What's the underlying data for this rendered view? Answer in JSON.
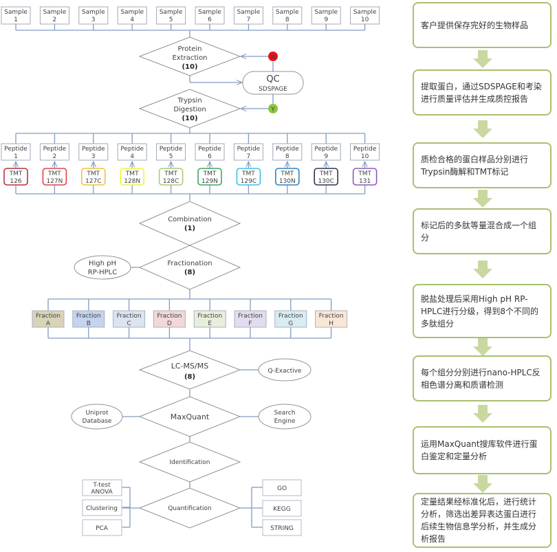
{
  "samples": [
    {
      "label": "Sample",
      "num": "1"
    },
    {
      "label": "Sample",
      "num": "2"
    },
    {
      "label": "Sample",
      "num": "3"
    },
    {
      "label": "Sample",
      "num": "4"
    },
    {
      "label": "Sample",
      "num": "5"
    },
    {
      "label": "Sample",
      "num": "6"
    },
    {
      "label": "Sample",
      "num": "7"
    },
    {
      "label": "Sample",
      "num": "8"
    },
    {
      "label": "Sample",
      "num": "9"
    },
    {
      "label": "Sample",
      "num": "10"
    }
  ],
  "protein_extraction": {
    "line1": "Protein",
    "line2": "Extraction",
    "count": "(10)"
  },
  "qc": {
    "title": "QC",
    "subtitle": "SDSPAGE",
    "no_label": "N",
    "yes_label": "Y",
    "no_color": "#e8141c",
    "yes_color": "#8cc63f"
  },
  "trypsin": {
    "line1": "Trypsin",
    "line2": "Digestion",
    "count": "(10)"
  },
  "peptides": [
    {
      "label": "Peptide",
      "num": "1"
    },
    {
      "label": "Peptide",
      "num": "2"
    },
    {
      "label": "Peptide",
      "num": "3"
    },
    {
      "label": "Peptide",
      "num": "4"
    },
    {
      "label": "Peptide",
      "num": "5"
    },
    {
      "label": "Peptide",
      "num": "6"
    },
    {
      "label": "Peptide",
      "num": "7"
    },
    {
      "label": "Peptide",
      "num": "8"
    },
    {
      "label": "Peptide",
      "num": "9"
    },
    {
      "label": "Peptide",
      "num": "10"
    }
  ],
  "tmt": [
    {
      "label": "TMT",
      "tag": "126",
      "color": "#b5303c"
    },
    {
      "label": "TMT",
      "tag": "127N",
      "color": "#e0404a"
    },
    {
      "label": "TMT",
      "tag": "127C",
      "color": "#f2c23a"
    },
    {
      "label": "TMT",
      "tag": "128N",
      "color": "#f0f040"
    },
    {
      "label": "TMT",
      "tag": "128C",
      "color": "#a8cc78"
    },
    {
      "label": "TMT",
      "tag": "129N",
      "color": "#3aa860"
    },
    {
      "label": "TMT",
      "tag": "129C",
      "color": "#3cc0e0"
    },
    {
      "label": "TMT",
      "tag": "130N",
      "color": "#2a84c0"
    },
    {
      "label": "TMT",
      "tag": "130C",
      "color": "#2a3550"
    },
    {
      "label": "TMT",
      "tag": "131",
      "color": "#8a5ab8"
    }
  ],
  "combination": {
    "label": "Combination",
    "count": "(1)"
  },
  "fractionation": {
    "label": "Fractionation",
    "count": "(8)",
    "method_line1": "High pH",
    "method_line2": "RP-HPLC"
  },
  "fractions": [
    {
      "label": "Fraction",
      "letter": "A",
      "fill": "#d8d4b8"
    },
    {
      "label": "Fraction",
      "letter": "B",
      "fill": "#c4d4ee"
    },
    {
      "label": "Fraction",
      "letter": "C",
      "fill": "#dce4f2"
    },
    {
      "label": "Fraction",
      "letter": "D",
      "fill": "#f2d8d8"
    },
    {
      "label": "Fraction",
      "letter": "E",
      "fill": "#e8eedc"
    },
    {
      "label": "Fraction",
      "letter": "F",
      "fill": "#e4dcee"
    },
    {
      "label": "Fraction",
      "letter": "G",
      "fill": "#daecf2"
    },
    {
      "label": "Fraction",
      "letter": "H",
      "fill": "#fbe6d6"
    }
  ],
  "lcms": {
    "label": "LC-MS/MS",
    "count": "(8)",
    "instrument": "Q-Exactive"
  },
  "maxquant": {
    "label": "MaxQuant",
    "db_line1": "Uniprot",
    "db_line2": "Database",
    "engine_line1": "Search",
    "engine_line2": "Engine"
  },
  "identification": {
    "label": "Identification"
  },
  "quantification": {
    "label": "Quantification"
  },
  "stats": [
    {
      "line1": "T-test",
      "line2": "ANOVA"
    },
    {
      "line1": "Clustering",
      "line2": ""
    },
    {
      "line1": "PCA",
      "line2": ""
    }
  ],
  "bioinfo": [
    "GO",
    "KEGG",
    "STRING"
  ],
  "steps": [
    "客户提供保存完好的生物样品",
    "提取蛋白，通过SDSPAGE和考染进行质量评估并生成质控报告",
    "质检合格的蛋白样品分别进行Trypsin酶解和TMT标记",
    "标记后的多肽等量混合成一个组分",
    "脱盐处理后采用High pH RP-HPLC进行分级，得到8个不同的多肽组分",
    "每个组分分别进行nano-HPLC反相色谱分离和质谱检测",
    "运用MaxQuant搜库软件进行蛋白鉴定和定量分析",
    "定量结果经标准化后，进行统计分析，筛选出差异表达蛋白进行后续生物信息学分析，并生成分析报告"
  ],
  "colors": {
    "line": "#7f9cc4",
    "box_border": "#a0a8b8",
    "diamond": "#909090",
    "step_border": "#a8c070",
    "step_arrow": "#c8d8a0"
  }
}
